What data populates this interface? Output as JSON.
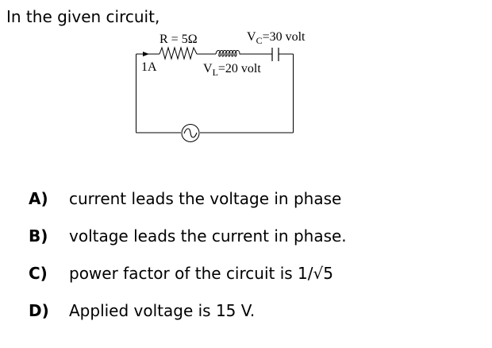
{
  "question": {
    "text": "In the given circuit,"
  },
  "circuit": {
    "resistor_label": "R = 5Ω",
    "current_label": "1A",
    "inductor_label_prefix": "V",
    "inductor_label_sub": "L",
    "inductor_label_suffix": "=20 volt",
    "capacitor_label_prefix": "V",
    "capacitor_label_sub": "C",
    "capacitor_label_suffix": "=30 volt",
    "source_icon": "ac-source-icon"
  },
  "options": [
    {
      "letter": "A)",
      "text": "current leads the voltage in phase"
    },
    {
      "letter": "B)",
      "text": "voltage leads the current in phase."
    },
    {
      "letter": "C)",
      "text": "power factor of the circuit is 1/√5"
    },
    {
      "letter": "D)",
      "text": "Applied voltage is 15 V."
    }
  ]
}
